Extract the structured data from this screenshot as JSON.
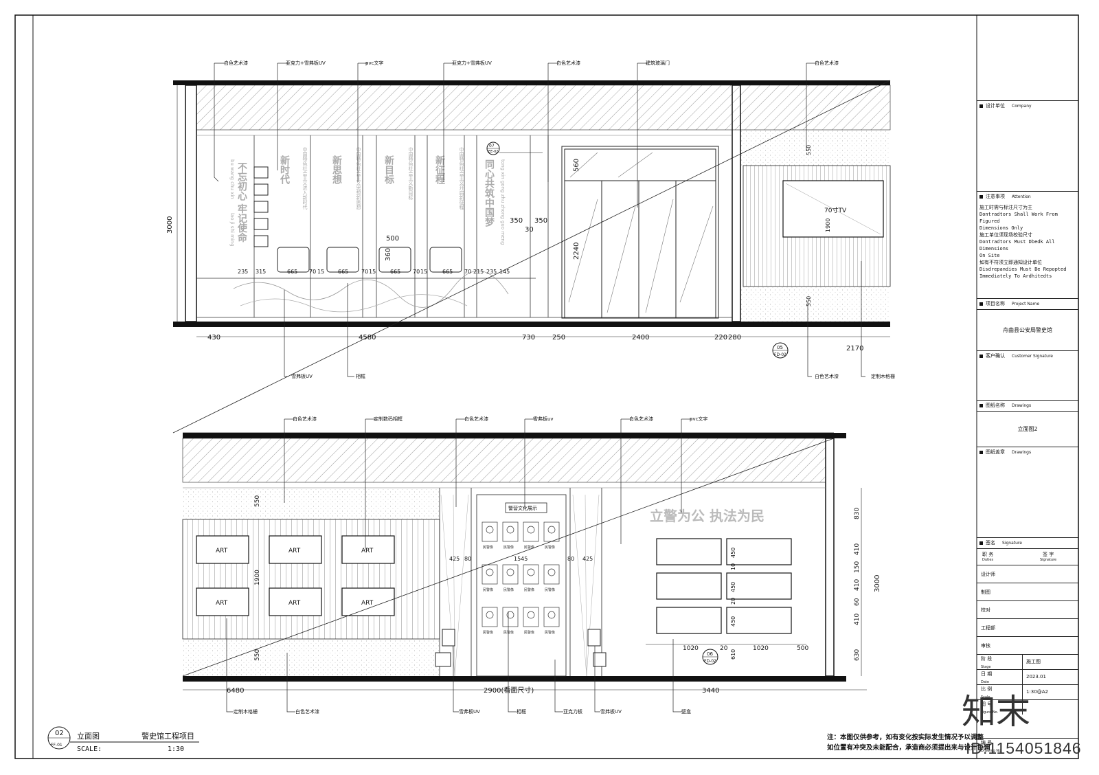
{
  "title_block": {
    "design_unit": {
      "cn": "设计单位",
      "en": "Company"
    },
    "attention": {
      "cn": "注意事项",
      "en": "Attention"
    },
    "notes": [
      "施工时需与标注尺寸为主",
      "Dontradtors Shall Work From Figured",
      "Dimensions Only",
      "施工单位须现场校验尺寸",
      "Dontradtors Must Dbedk All Dimensions",
      "On Site",
      "如有不符须立即通知设计单位",
      "Disdrepandies Must Be Repopted",
      "Immediately To Ardhitedts"
    ],
    "project": {
      "cn": "项目名称",
      "en": "Project Name",
      "value": "舟曲县公安局警史馆"
    },
    "client": {
      "cn": "客户确认",
      "en": "Customer Signature"
    },
    "drawings": {
      "cn": "图纸名称",
      "en": "Drawings",
      "value": "立面图2"
    },
    "stamp": {
      "cn": "图纸盖章",
      "en": "Drawings"
    },
    "signature": {
      "cn": "签名",
      "en": "Signature"
    },
    "duty": {
      "cn": "职 务",
      "en": "Duties",
      "sign_cn": "签 字",
      "sign_en": "Signature"
    },
    "roles": [
      "设计师",
      "制图",
      "校对",
      "工程部",
      "审核"
    ],
    "stage": {
      "cn": "阶 段",
      "en": "Stage",
      "value": "施工图"
    },
    "date": {
      "cn": "日 期",
      "en": "Date",
      "value": "2023.01"
    },
    "scale": {
      "cn": "比 例",
      "en": "Scale",
      "value": "1:30@A2"
    },
    "figure_no": {
      "cn": "图 号",
      "en": "Figure No."
    },
    "drawing_no": {
      "cn": "编 号",
      "en": "Drawing No."
    }
  },
  "title": {
    "number": "02",
    "sheet": "FF-01",
    "name": "立面图",
    "project": "警史馆工程项目",
    "scale_label": "SCALE:",
    "scale_value": "1:30"
  },
  "footer_notes": [
    "注：本图仅供参考，如有变化按实际发生情况予以调整",
    "如位置有冲突及未能配合，承造商必须提出来与设计协调"
  ],
  "brand": "知末",
  "id_text": "ID:1154051846",
  "elevation_top": {
    "labels_top": [
      "白色艺术漆",
      "亚克力+雪弗板UV",
      "pvc文字",
      "亚克力+雪弗板UV",
      "白色艺术漆",
      "建筑玻璃门",
      "白色艺术漆"
    ],
    "labels_bottom": [
      "雪弗板UV",
      "相框",
      "白色艺术漆",
      "定制木格栅"
    ],
    "height": "3000",
    "dims_bottom": [
      "430",
      "4580",
      "730",
      "250",
      "2400",
      "220",
      "280",
      "2170"
    ],
    "dims_panels": [
      "235",
      "315",
      "665",
      "70",
      "15",
      "665",
      "70",
      "15",
      "665",
      "70",
      "15",
      "665",
      "70",
      "215",
      "235",
      "145"
    ],
    "door_dims": [
      "560",
      "2240"
    ],
    "misc_dims": [
      "350",
      "350",
      "30",
      "500",
      "360"
    ],
    "right_dims": [
      "550",
      "1900",
      "550"
    ],
    "tv_label": "70寸TV",
    "section_mark": {
      "num": "07",
      "sheet": "EE-02"
    },
    "detail_mark": {
      "num": "05",
      "sheet": "FD-02"
    },
    "wall_titles": [
      "不忘初心 牢记使命",
      "新时代",
      "新思想",
      "新目标",
      "新征程",
      "同心共筑中国梦"
    ],
    "wall_pinyin_1": "bu wang chu xin",
    "wall_pinyin_2": "lao ji shi ming",
    "wall_pinyin_3": "tong xin gong zhu zhong guo meng",
    "wall_sub": [
      "中国特色社会主义进入新时代",
      "中国特色社会主义思想新思想",
      "中国特色社会主义新目标",
      "中国特色社会主义开启新征程"
    ]
  },
  "elevation_bottom": {
    "labels_top": [
      "白色艺术漆",
      "定制数码相框",
      "白色艺术漆",
      "雪弗板uv",
      "白色艺术漆",
      "pvc文字"
    ],
    "labels_bottom": [
      "定制木格栅",
      "白色艺术漆",
      "雪弗板UV",
      "相框",
      "亚克力板",
      "雪弗板UV",
      "壁龛"
    ],
    "art_label": "ART",
    "slogan": "立警为公  执法为民",
    "dims_bottom": [
      "6480",
      "2900(看面尺寸)",
      "3440"
    ],
    "center_dims": [
      "425",
      "80",
      "1545",
      "80",
      "425"
    ],
    "left_dims": [
      "550",
      "1900",
      "550"
    ],
    "niche_dims_h": [
      "1020",
      "20",
      "1020",
      "500"
    ],
    "niche_dims_v": [
      "450",
      "10",
      "450",
      "20",
      "450",
      "610"
    ],
    "right_dims": [
      "830",
      "410",
      "150",
      "410",
      "60",
      "410",
      "630"
    ],
    "height": "3000",
    "detail_mark": {
      "num": "06",
      "sheet": "FD-02"
    },
    "portrait_caption": "民警像",
    "board_title": "警营文化展示"
  }
}
